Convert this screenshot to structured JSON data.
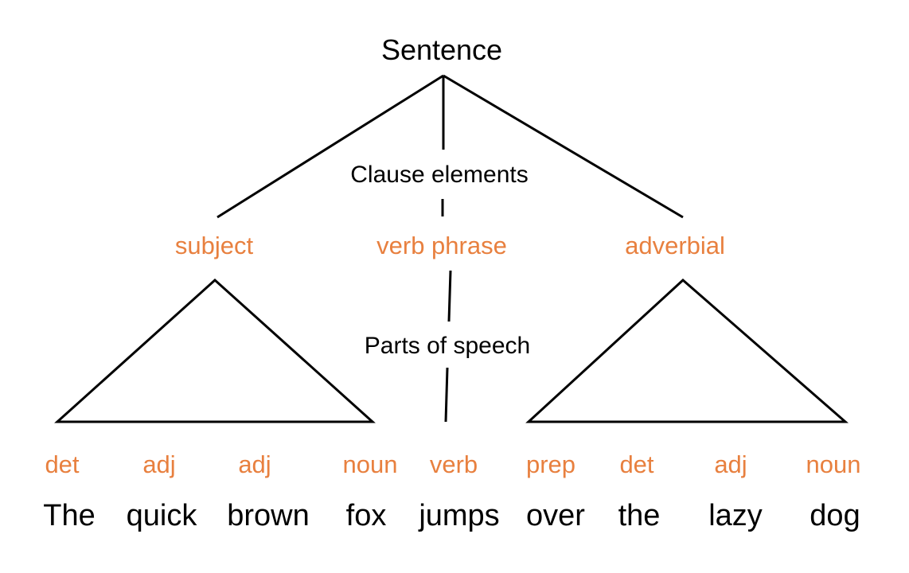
{
  "root": "Sentence",
  "level_labels": {
    "clause": "Clause elements",
    "pos": "Parts of speech"
  },
  "clause_elements": [
    "subject",
    "verb phrase",
    "adverbial"
  ],
  "pos_tags": [
    "det",
    "adj",
    "adj",
    "noun",
    "verb",
    "prep",
    "det",
    "adj",
    "noun"
  ],
  "words": [
    "The",
    "quick",
    "brown",
    "fox",
    "jumps",
    "over",
    "the",
    "lazy",
    "dog"
  ],
  "colors": {
    "accent": "#E8803F",
    "text": "#000000"
  }
}
